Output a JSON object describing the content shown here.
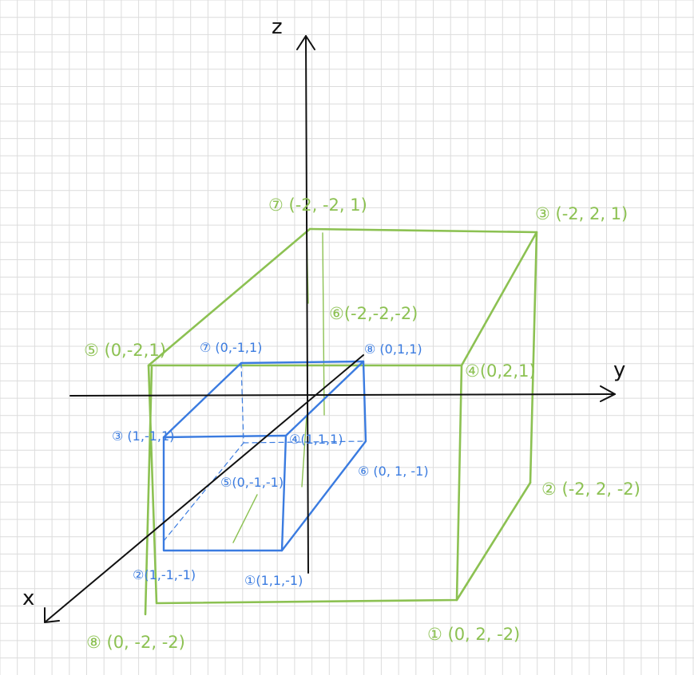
{
  "colors": {
    "grid": "#dcdcdc",
    "axis": "#111111",
    "outer_box": "#8cc152",
    "inner_box": "#3a7be0"
  },
  "axes": {
    "x_label": "x",
    "y_label": "y",
    "z_label": "z"
  },
  "outer_box_labels": {
    "v1": "① (0, 2, -2)",
    "v2": "② (-2, 2, -2)",
    "v3": "③ (-2, 2, 1)",
    "v4": "④(0,2,1)",
    "v5": "⑤ (0,-2,1)",
    "v6": "⑥(-2,-2,-2)",
    "v7": "⑦ (-2, -2, 1)",
    "v8": "⑧ (0, -2, -2)"
  },
  "inner_box_labels": {
    "v1": "①(1,1,-1)",
    "v2": "②(1,-1,-1)",
    "v3": "③ (1,-1,1)",
    "v4": "④(1,1,1)",
    "v5": "⑤(0,-1,-1)",
    "v6": "⑥ (0, 1, -1)",
    "v7": "⑦ (0,-1,1)",
    "v8": "⑧ (0,1,1)"
  }
}
